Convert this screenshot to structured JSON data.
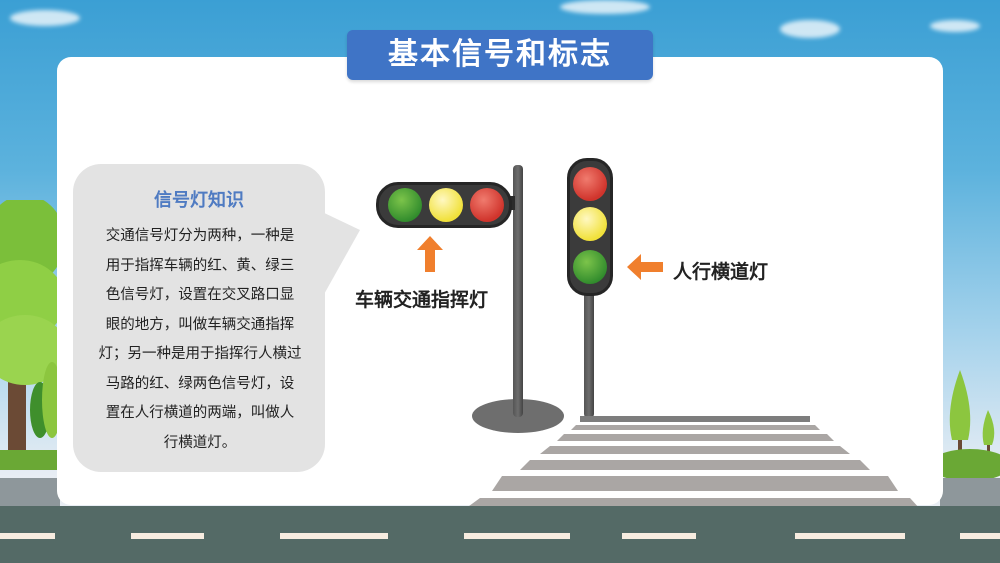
{
  "slide": {
    "title": "基本信号和标志"
  },
  "info_bubble": {
    "heading": "信号灯知识",
    "lines": [
      "交通信号灯分为两种，一种是",
      "用于指挥车辆的红、黄、绿三",
      "色信号灯，设置在交叉路口显",
      "眼的地方，叫做车辆交通指挥",
      "灯；另一种是用于指挥行人横过",
      "马路的红、绿两色信号灯，设",
      "置在人行横道的两端，叫做人",
      "行横道灯。"
    ]
  },
  "illustration": {
    "vehicle_light": {
      "label": "车辆交通指挥灯",
      "lamps": [
        "green",
        "yellow",
        "red"
      ],
      "arrow": "arrow-up-icon"
    },
    "pedestrian_light": {
      "label": "人行横道灯",
      "lamps": [
        "red",
        "yellow",
        "green"
      ],
      "arrow": "arrow-left-icon"
    }
  },
  "colors": {
    "title_bg": "#3f74c6",
    "bubble_bg": "#e3e3e3",
    "bubble_heading": "#4f7bc2",
    "arrow": "#f07f2d",
    "road": "#546a66",
    "crosswalk": "#aaa6a4"
  }
}
